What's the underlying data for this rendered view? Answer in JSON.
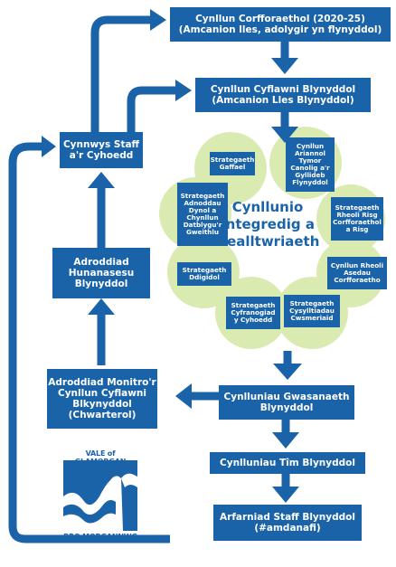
{
  "boxes": {
    "corporate_plan": [
      "Cynllun Corfforaethol (2020-25)",
      "(Amcanion lles, adolygir yn flynyddol)"
    ],
    "annual_delivery": [
      "Cynllun Cyflawni Blynyddol",
      "(Amcanion Lles Blynyddol)"
    ],
    "staff_public": [
      "Cynnwys Staff",
      "a'r Cyhoedd"
    ],
    "self_assessment": [
      "Adroddiad",
      "Hunanasesu",
      "Blynyddol"
    ],
    "monitoring": [
      "Adroddiad Monitro'r",
      "Cynllun Cyflawni",
      "Blkynyddol",
      "(Chwarterol)"
    ],
    "service_plans": [
      "Cynlluniau Gwasanaeth",
      "Blynyddol"
    ],
    "team_plans": [
      "Cynlluniau Tîm Blynyddol"
    ],
    "staff_appraisal": [
      "Arfarniad Staff Blynyddol",
      "(#amdanafi)"
    ]
  },
  "center": [
    "Cynllunio",
    "Integredig a",
    "Dealltwriaeth"
  ],
  "strategies": {
    "gaffael": [
      "Strategaeth",
      "Gaffael"
    ],
    "ariannol": [
      "Cynllun",
      "Ariannol Tymor",
      "Canolig a'r",
      "Gyllideb",
      "Flynyddol"
    ],
    "adnoddau": [
      "Strategaeth",
      "Adnoddau",
      "Dynol a",
      "Chynllun",
      "Datblygu'r",
      "Gweithlu"
    ],
    "risg": [
      "Strategaeth",
      "Rheoli Risg",
      "Corfforaethol",
      "a Risg"
    ],
    "ddigidol": [
      "Strategaeth",
      "Ddigidol"
    ],
    "asedau": [
      "Cynllun Rheoli",
      "Asedau",
      "Corfforaetho"
    ],
    "cyfranogiad": [
      "Strategaeth",
      "Cyfranogiad",
      "y Cyhoedd"
    ],
    "cysylltiadau": [
      "Strategaeth",
      "Cysylltiadau",
      "Cwsmeriaid"
    ]
  },
  "logo": {
    "top": "VALE of GLAMORGAN",
    "bottom": "BRO MORGANNWG"
  },
  "colors": {
    "box": "#1a63a8",
    "circle": "#d4e8a4",
    "arrow": "#1a63a8"
  }
}
